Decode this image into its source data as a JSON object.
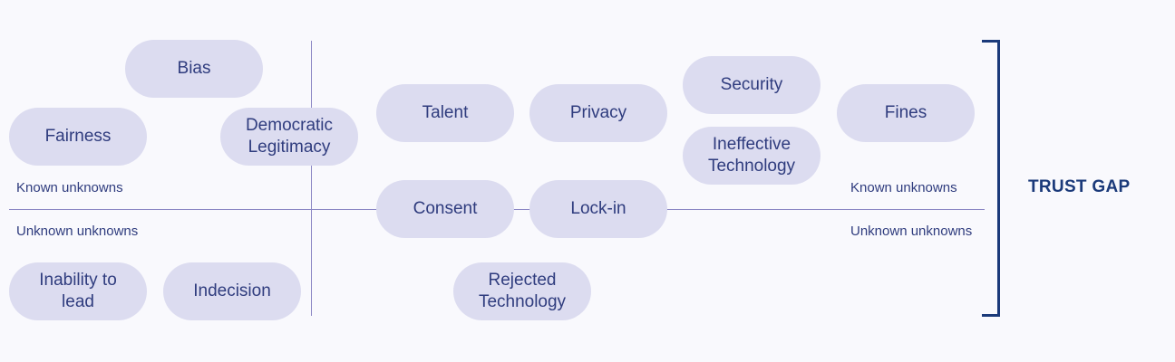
{
  "pills": {
    "bias": "Bias",
    "fairness": "Fairness",
    "democratic": "Democratic\nLegitimacy",
    "talent": "Talent",
    "privacy": "Privacy",
    "security": "Security",
    "ineffective": "Ineffective\nTechnology",
    "fines": "Fines",
    "consent": "Consent",
    "lockin": "Lock-in",
    "inability": "Inability to\nlead",
    "indecision": "Indecision",
    "rejected": "Rejected\nTechnology"
  },
  "labels": {
    "known_left": "Known unknowns",
    "unknown_left": "Unknown unknowns",
    "known_right": "Known unknowns",
    "unknown_right": "Unknown unknowns"
  },
  "trust_gap": "TRUST GAP",
  "colors": {
    "pill_fill": "#dcdcf0",
    "text": "#2f3c7e",
    "bracket": "#1b3a7a",
    "axis": "#8a86c4"
  }
}
